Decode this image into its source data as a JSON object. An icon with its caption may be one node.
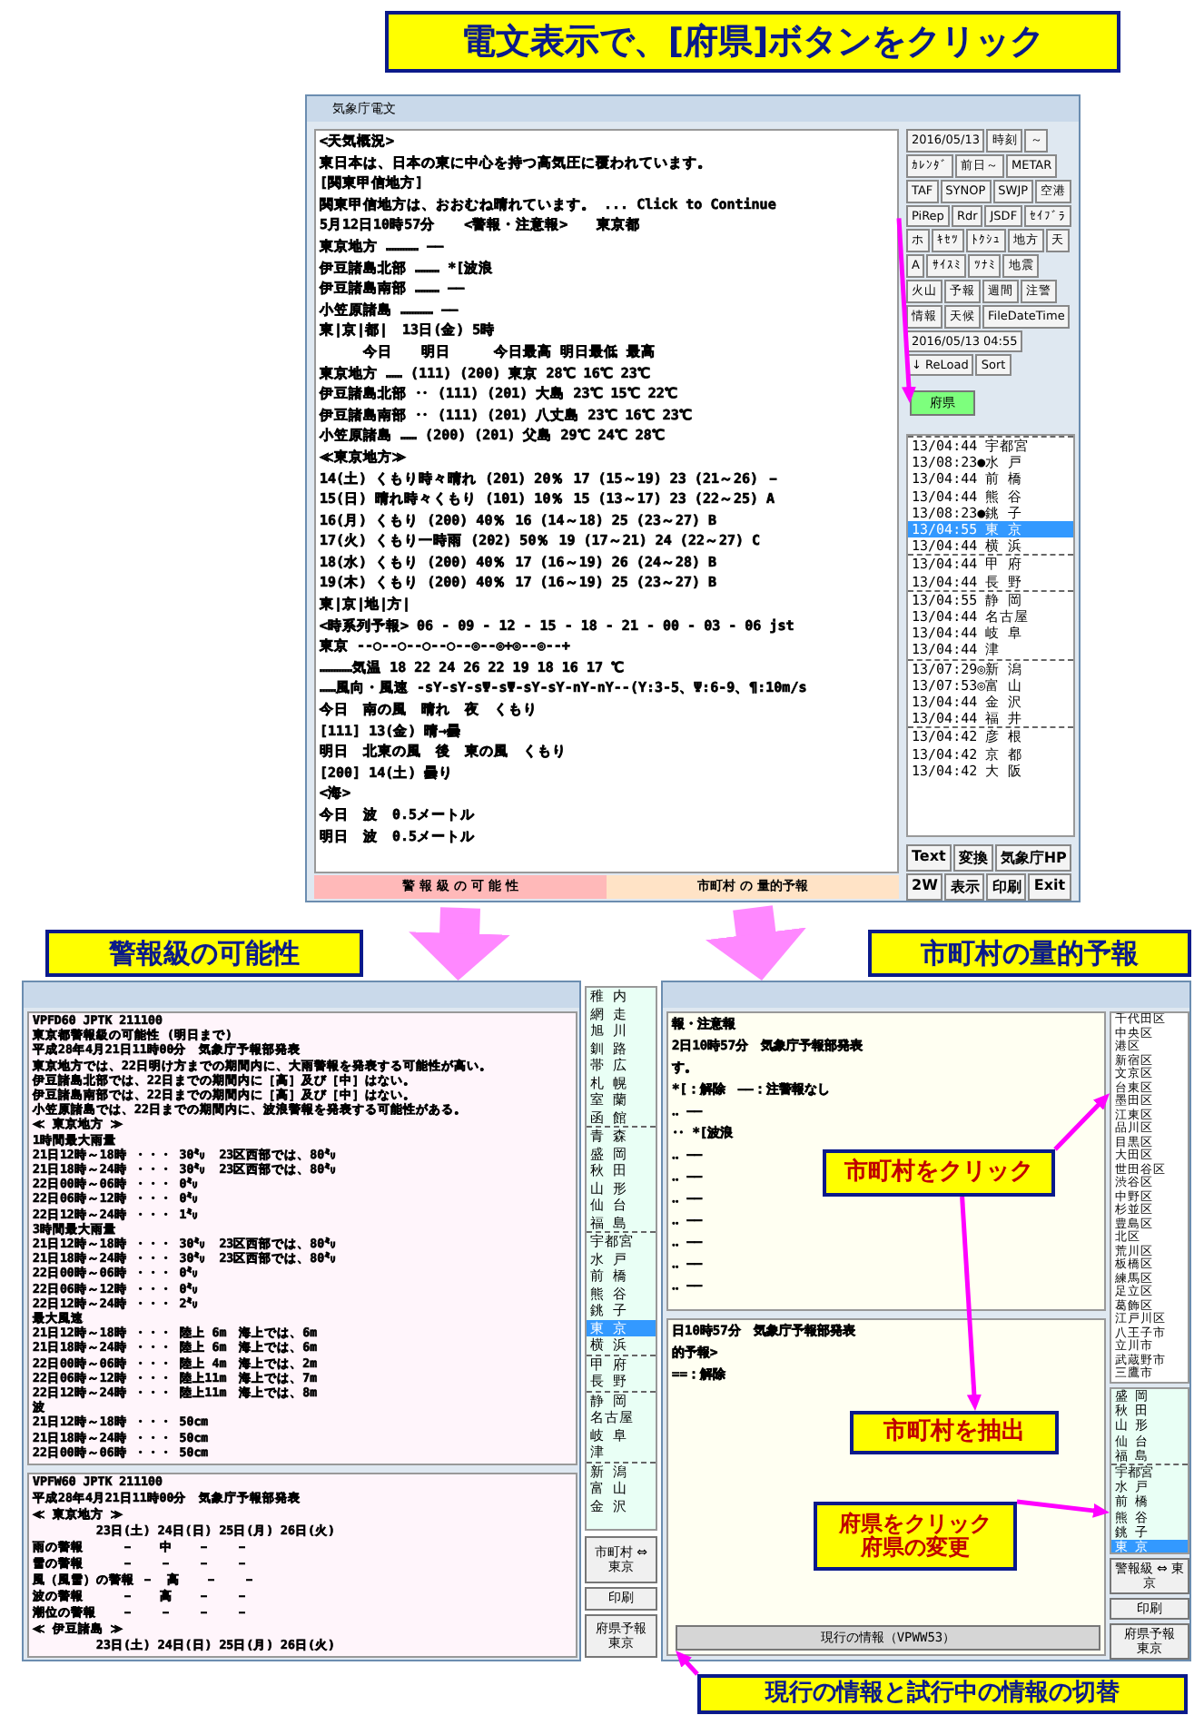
{
  "diagram": {
    "nodes": [
      {
        "text": [
          "電文表示で、[府県]ボタンをクリック"
        ]
      },
      {
        "text": [
          "気象庁電文"
        ]
      },
      {
        "text": [
          "<天気概況>",
          "東日本は、日本の東に中心を持つ高気圧に覆われています。",
          "[関東甲信地方]",
          "関東甲信地方は、おおむね晴れています。 ... Click to Continue",
          "5月12日10時57分　　<警報・注意報>　　東京都",
          "東京地方 ………… ――",
          "伊豆諸島北部 ……… *[波浪",
          "伊豆諸島南部 ……… ――",
          "小笠原諸島 ………… ――",
          "東|京|都|　13日(金) 5時",
          "　　　今日　　明日　　　今日最高 明日最低 最高",
          "東京地方 …… (111) (200) 東京 28℃ 16℃ 23℃",
          "伊豆諸島北部 ‥ (111) (201) 大島 23℃ 15℃ 22℃",
          "伊豆諸島南部 ‥ (111) (201) 八丈島 23℃ 16℃ 23℃",
          "小笠原諸島 …… (200) (201) 父島 29℃ 24℃ 28℃",
          "≪東京地方≫",
          "14(土) くもり時々晴れ (201) 20％ 17 (15～19) 23 (21～26) －",
          "15(日) 晴れ時々くもり (101) 10％ 15 (13～17) 23 (22～25) A",
          "16(月) くもり (200) 40％ 16 (14～18) 25 (23～27) B",
          "17(火) くもり一時雨 (202) 50％ 19 (17～21) 24 (22～27) C",
          "18(水) くもり (200) 40％ 17 (16～19) 26 (24～28) B",
          "19(木) くもり (200) 40％ 17 (16～19) 25 (23～27) B",
          "東|京|地|方|",
          "<時系列予報> 06 - 09 - 12 - 15 - 18 - 21 - 00 - 03 - 06 jst",
          "東京 --○--○--○--○--◎--◎+◎--◎--+",
          "…………気温 18 22 24 26 22 19 18 16 17 ℃",
          "……風向・風速 -sY-sY-sΨ-sΨ-sY-sY-nY-nY--(Y:3-5、Ψ:6-9、¶:10m/s",
          "今日　南の風　晴れ　夜　くもり",
          "[111] 13(金) 晴→曇",
          "明日　北東の風　後　東の風　くもり",
          "[200] 14(土) 曇り",
          "<海>",
          "今日　波　0.5メートル",
          "明日　波　0.5メートル"
        ],
        "in": 1
      },
      {
        "text": [
          "2016/05/13",
          "時刻",
          "～",
          "ｶﾚﾝﾀﾞ",
          "前日～",
          "METAR",
          "TAF",
          "SYNOP",
          "SWJP",
          "空港",
          "PiRep",
          "Rdr",
          "JSDF",
          "ｾｲﾌﾞﾗ",
          "ホ",
          "ｷｾﾂ",
          "ﾄｸｼｭ",
          "地方",
          "天",
          "A",
          "ｻｲｽﾐ",
          "ﾂﾅﾐ",
          "地震",
          "火山",
          "予報",
          "週間",
          "注警",
          "情報",
          "天候",
          "FileDateTime",
          "2016/05/13 04:55",
          "↓ ReLoad",
          "Sort"
        ],
        "in": 1
      },
      {
        "text": [
          "府県"
        ],
        "in": 3
      },
      {
        "text": [
          "13/04:44 宇都宮",
          "13/08:23●水 戸",
          "13/04:44 前 橋",
          "13/04:44 熊 谷",
          "13/08:23●銚 子",
          "13/04:55 東 京",
          "13/04:44 横 浜",
          "13/04:44 甲 府",
          "13/04:44 長 野",
          "13/04:55 静 岡",
          "13/04:44 名古屋",
          "13/04:44 岐 阜",
          "13/04:44 津",
          "13/07:29◎新 潟",
          "13/07:53◎富 山",
          "13/04:44 金 沢",
          "13/04:44 福 井",
          "13/04:42 彦 根",
          "13/04:42 京 都",
          "13/04:42 大 阪"
        ],
        "in": 3
      },
      {
        "text": [
          "Text",
          "変換",
          "気象庁HP",
          "2W",
          "表示",
          "印刷",
          "Exit"
        ],
        "in": 1
      },
      {
        "text": [
          "警 報 級 の 可 能 性"
        ],
        "in": 1
      },
      {
        "text": [
          "市町村 の 量的予報"
        ],
        "in": 1
      },
      {
        "text": [
          "警報級の可能性"
        ]
      },
      {
        "text": [],
        "shape": "box"
      },
      {
        "text": [
          "VPFD60 JPTK 211100",
          "東京都警報級の可能性 (明日まで)",
          "平成28年4月21日11時00分　気象庁予報部発表",
          "東京地方では、22日明け方までの期間内に、大雨警報を発表する可能性が高い。",
          "伊豆諸島北部では、22日までの期間内に［高］及び［中］はない。",
          "伊豆諸島南部では、22日までの期間内に［高］及び［中］はない。",
          "小笠原諸島では、22日までの期間内に、波浪警報を発表する可能性がある。",
          "≪ 東京地方 ≫",
          "1時間最大雨量",
          "21日12時～18時 ・・・ 30㍉　23区西部では、80㍉",
          "21日18時～24時 ・・・ 30㍉　23区西部では、80㍉",
          "22日00時～06時 ・・・ 0㍉",
          "22日06時～12時 ・・・ 0㍉",
          "22日12時～24時 ・・・ 1㍉",
          "3時間最大雨量",
          "21日12時～18時 ・・・ 30㍉　23区西部では、80㍉",
          "21日18時～24時 ・・・ 30㍉　23区西部では、80㍉",
          "22日00時～06時 ・・・ 0㍉",
          "22日06時～12時 ・・・ 0㍉",
          "22日12時～24時 ・・・ 2㍉",
          "最大風速",
          "21日12時～18時 ・・・ 陸上 6m　海上では、6m",
          "21日18時～24時 ・・・ 陸上 6m　海上では、6m",
          "22日00時～06時 ・・・ 陸上 4m　海上では、2m",
          "22日06時～12時 ・・・ 陸上11m　海上では、7m",
          "22日12時～24時 ・・・ 陸上11m　海上では、8m",
          "波",
          "21日12時～18時 ・・・ 50cm",
          "21日18時～24時 ・・・ 50cm",
          "22日00時～06時 ・・・ 50cm"
        ],
        "in": 10
      },
      {
        "text": [
          "VPFW60 JPTK 211100",
          "平成28年4月21日11時00分　気象庁予報部発表",
          "≪ 東京地方 ≫",
          "　　　　　23日(土) 24日(日) 25日(月) 26日(火)",
          "雨の警報　　　－　　中　　－　　－",
          "雪の警報　　　－　　－　　－　　－",
          "風（風雪）の警報 －　高　　－　　－",
          "波の警報　　　－　　高　　－　　－",
          "潮位の警報　　－　　－　　－　　－",
          "≪ 伊豆諸島 ≫",
          "　　　　　23日(土) 24日(日) 25日(月) 26日(火)"
        ],
        "in": 10
      },
      {
        "text": [
          "稚 内",
          "網 走",
          "旭 川",
          "釧 路",
          "帯 広",
          "札 幌",
          "室 蘭",
          "函 館",
          "青 森",
          "盛 岡",
          "秋 田",
          "山 形",
          "仙 台",
          "福 島",
          "宇都宮",
          "水 戸",
          "前 橋",
          "熊 谷",
          "銚 子",
          "東 京",
          "横 浜",
          "甲 府",
          "長 野",
          "静 岡",
          "名古屋",
          "岐 阜",
          "津",
          "新 潟",
          "富 山",
          "金 沢"
        ]
      },
      {
        "text": [
          "市町村 ⇔ 東京"
        ]
      },
      {
        "text": [
          "印刷"
        ]
      },
      {
        "text": [
          "府県予報",
          "東京"
        ]
      },
      {
        "text": [
          "市町村の量的予報"
        ]
      },
      {
        "text": [],
        "shape": "box"
      },
      {
        "text": [
          "報・注意報",
          "2日10時57分　気象庁予報部発表",
          "す。",
          "*[：解除　――：注警報なし",
          "‥ ――",
          "‥ *[波浪",
          "‥ ――",
          "‥ ――",
          "‥ ――",
          "‥ ――",
          "‥ ――",
          "‥ ――",
          "‥ ――"
        ],
        "in": 18
      },
      {
        "text": [
          "日10時57分　気象庁予報部発表",
          "的予報>",
          "==：解除"
        ],
        "in": 18
      },
      {
        "text": [
          "千代田区",
          "中央区",
          "港区",
          "新宿区",
          "文京区",
          "台東区",
          "墨田区",
          "江東区",
          "品川区",
          "目黒区",
          "大田区",
          "世田谷区",
          "渋谷区",
          "中野区",
          "杉並区",
          "豊島区",
          "北区",
          "荒川区",
          "板橋区",
          "練馬区",
          "足立区",
          "葛飾区",
          "江戸川区",
          "八王子市",
          "立川市",
          "武蔵野市",
          "三鷹市"
        ],
        "in": 18
      },
      {
        "text": [
          "盛 岡",
          "秋 田",
          "山 形",
          "仙 台",
          "福 島",
          "宇都宮",
          "水 戸",
          "前 橋",
          "熊 谷",
          "銚 子",
          "東 京"
        ],
        "in": 18
      },
      {
        "text": [
          "警報級 ⇔ 東京"
        ],
        "in": 18
      },
      {
        "text": [
          "印刷"
        ],
        "in": 18
      },
      {
        "text": [
          "府県予報",
          "東京"
        ],
        "in": 18
      },
      {
        "text": [
          "現行の情報（VPWW53）"
        ],
        "in": 20
      },
      {
        "text": [
          "市町村をクリック"
        ],
        "in": 19
      },
      {
        "text": [
          "市町村を抽出"
        ],
        "in": 20
      },
      {
        "text": [
          "府県をクリック",
          "府県の変更"
        ],
        "in": 20
      },
      {
        "text": [
          "現行の情報と試行中の情報の切替"
        ]
      }
    ],
    "edges": [
      {
        "from": 2,
        "to": 4,
        "arrow": "to"
      },
      {
        "from": 7,
        "to": 10,
        "arrow": "to",
        "style": "thick",
        "color": "#ff88ff"
      },
      {
        "from": 8,
        "to": 18,
        "arrow": "to",
        "style": "thick",
        "color": "#ff88ff"
      },
      {
        "from": 27,
        "to": 21,
        "arrow": "to"
      },
      {
        "from": 27,
        "to": 28,
        "arrow": "to"
      },
      {
        "from": 29,
        "to": 22,
        "arrow": "to"
      },
      {
        "from": 30,
        "to": 26,
        "arrow": "to"
      }
    ]
  }
}
